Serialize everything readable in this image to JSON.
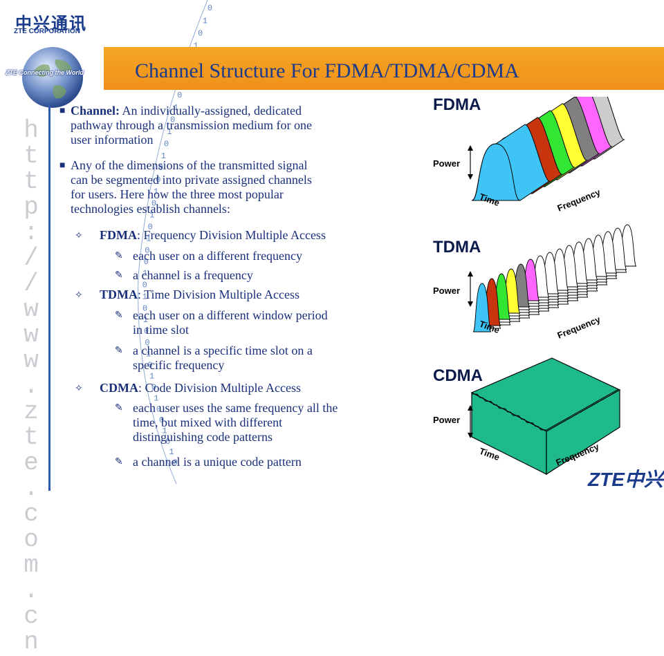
{
  "header": {
    "company_cn": "中兴通讯",
    "company_en": "ZTE CORPORATION",
    "slogan": "ZTE Connecting the World",
    "url": "http://www.zte.com.cn",
    "binary": "0101010",
    "footer_logo": "ZTE中兴"
  },
  "slide": {
    "title": "Channel Structure For FDMA/TDMA/CDMA"
  },
  "bullets": {
    "b1_term": "Channel:",
    "b1_text": " An individually-assigned, dedicated",
    "b1_l2": "pathway through a transmission medium for one",
    "b1_l3": "user information",
    "b2_l1": "Any of the dimensions of the transmitted signal",
    "b2_l2": "can be segmented into private assigned channels",
    "b2_l3": "for users.  Here how  the three most popular",
    "b2_l4": "technologies establish channels:",
    "fdma_key": "FDMA",
    "fdma_desc": ": Frequency Division Multiple Access",
    "fdma_1": "each user on a different frequency",
    "fdma_2": "a channel is a frequency",
    "tdma_key": "TDMA",
    "tdma_desc": ": Time Division Multiple Access",
    "tdma_1a": "each user on a different window period",
    "tdma_1b": "in time  slot",
    "tdma_2a": "a channel is a specific time slot on a",
    "tdma_2b": "specific frequency",
    "cdma_key": "CDMA",
    "cdma_desc": ": Code Division Multiple Access",
    "cdma_1a": "each user uses the same frequency all the",
    "cdma_1b": "time, but mixed with different",
    "cdma_1c": "distinguishing code patterns",
    "cdma_2": "a channel is a unique code pattern"
  },
  "diagrams": {
    "fdma": {
      "title": "FDMA",
      "power": "Power",
      "time": "Time",
      "frequency": "Frequency",
      "colors": [
        "#3fc4f5",
        "#c8340e",
        "#33e633",
        "#ffff33",
        "#808080",
        "#ff66ff",
        "#cccccc"
      ]
    },
    "tdma": {
      "title": "TDMA",
      "power": "Power",
      "time": "Time",
      "frequency": "Frequency",
      "colors": [
        "#3fc4f5",
        "#c8340e",
        "#33e633",
        "#ffff33",
        "#808080",
        "#ff66ff"
      ]
    },
    "cdma": {
      "title": "CDMA",
      "power": "Power",
      "time": "Time",
      "frequency": "Frequency",
      "color": "#1fba8c"
    }
  }
}
